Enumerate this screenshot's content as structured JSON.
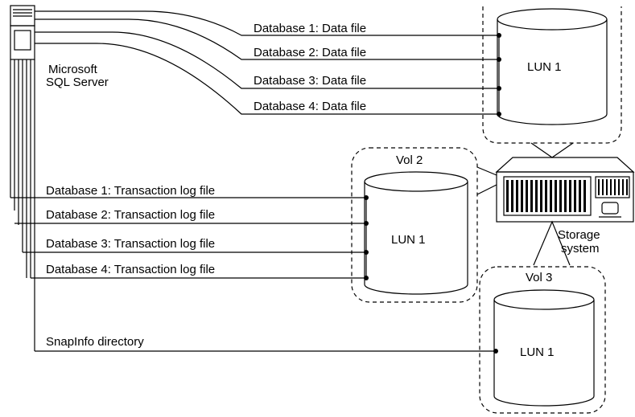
{
  "server": {
    "label_line1": "Microsoft",
    "label_line2": "SQL Server"
  },
  "data_files": [
    "Database 1: Data file",
    "Database 2: Data file",
    "Database 3: Data file",
    "Database 4: Data file"
  ],
  "log_files": [
    "Database 1: Transaction log file",
    "Database 2: Transaction log file",
    "Database 3: Transaction log file",
    "Database 4: Transaction log file"
  ],
  "snapinfo_label": "SnapInfo directory",
  "volumes": {
    "vol1": {
      "label": "",
      "lun": "LUN 1"
    },
    "vol2": {
      "label": "Vol 2",
      "lun": "LUN 1"
    },
    "vol3": {
      "label": "Vol 3",
      "lun": "LUN 1"
    }
  },
  "storage": {
    "label_line1": "Storage",
    "label_line2": "system"
  }
}
